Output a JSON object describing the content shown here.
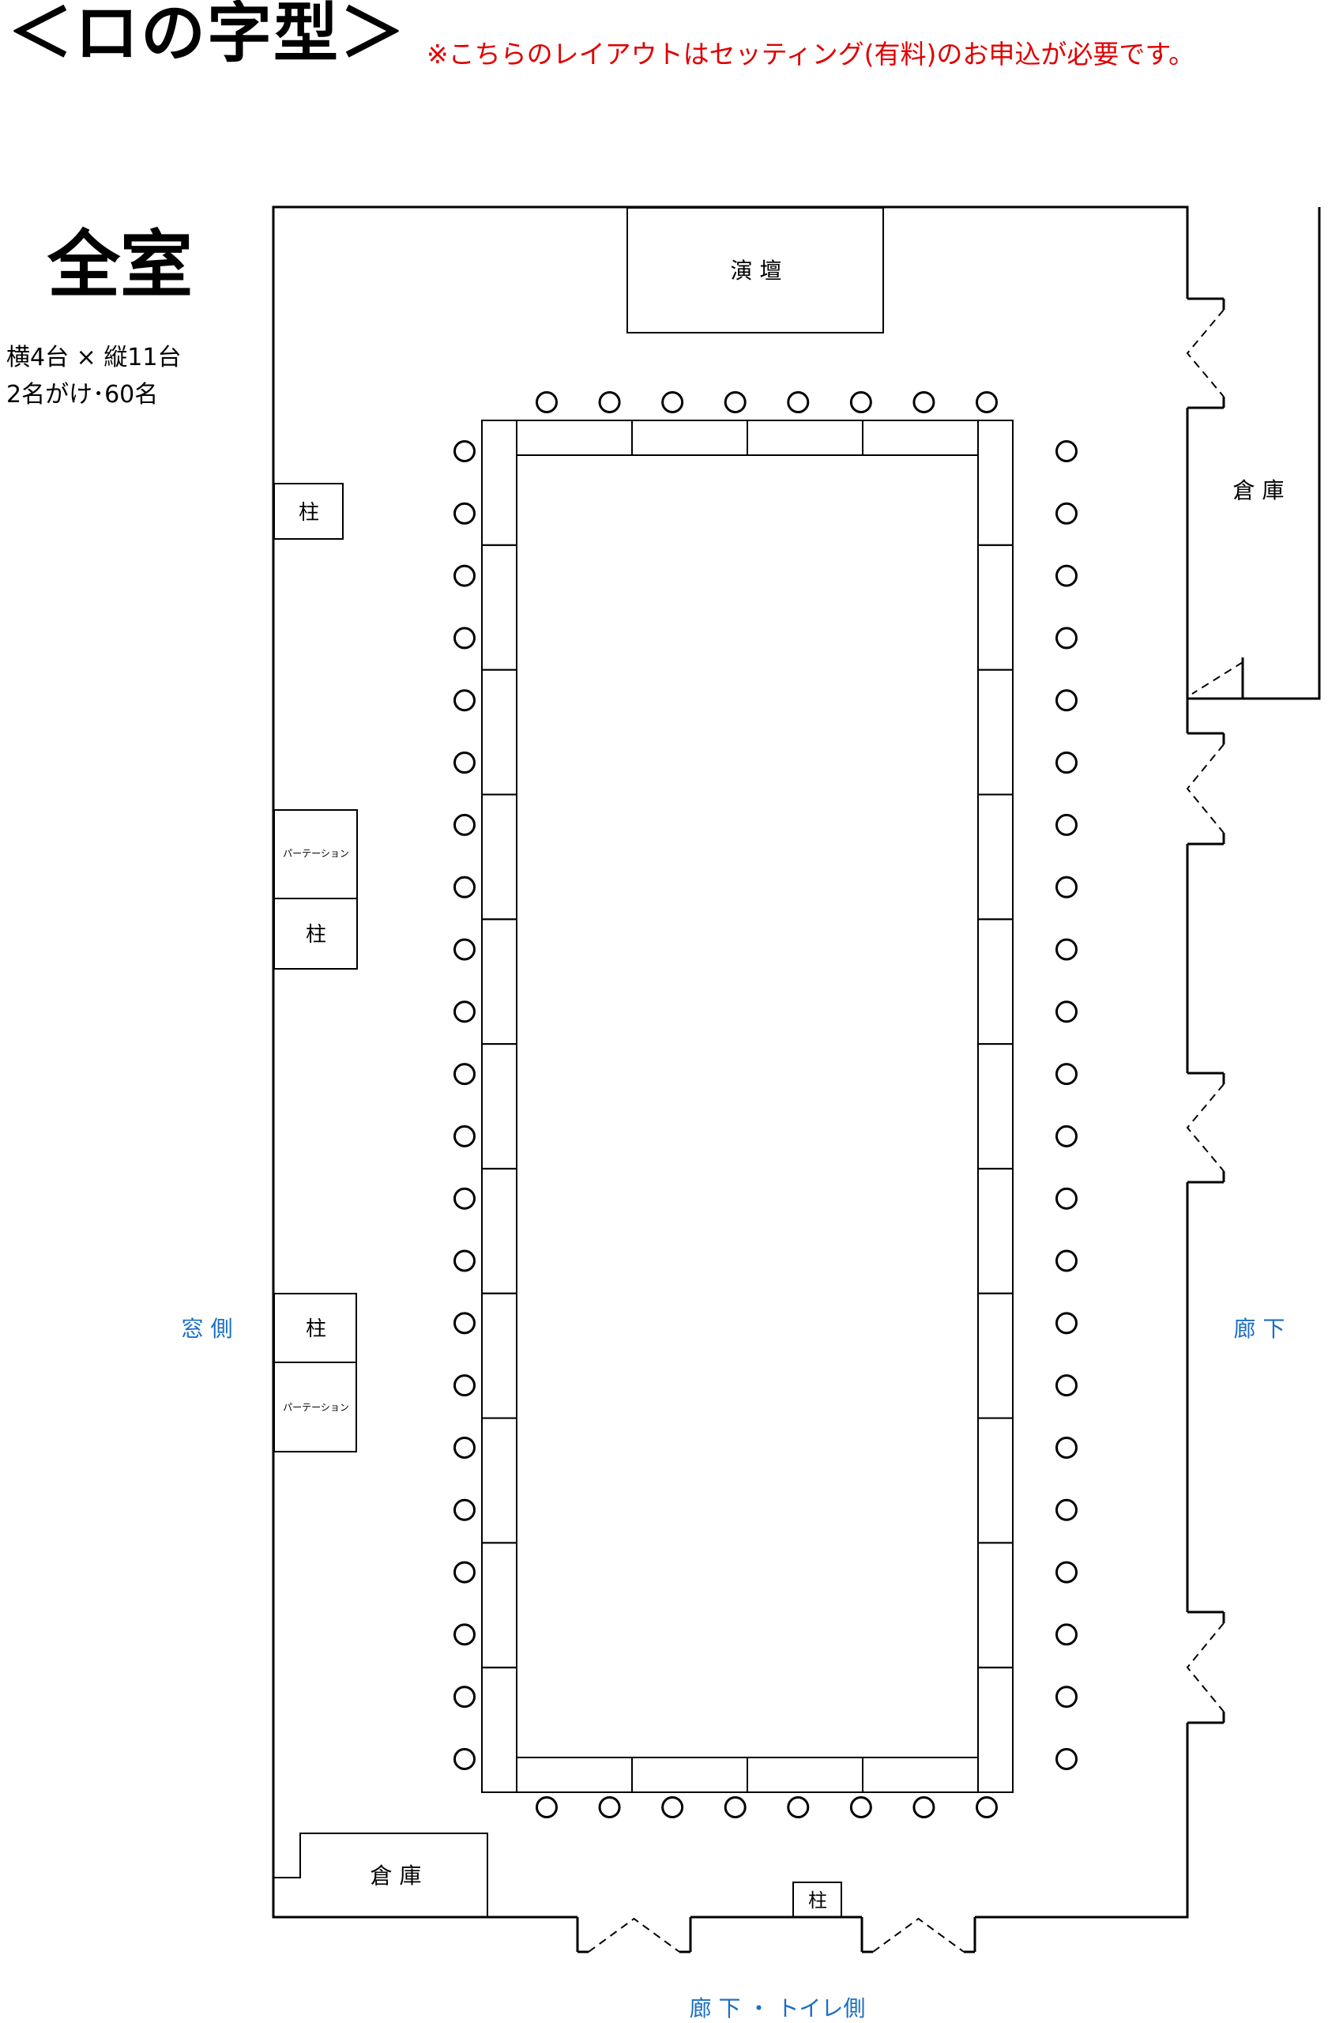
{
  "header": {
    "title": "＜ロの字型＞",
    "notice": "※こちらのレイアウトはセッティング(有料)のお申込が必要です。"
  },
  "room": {
    "name": "全室",
    "table_info": "横4台 × 縦11台",
    "capacity_info": "2名がけ･60名"
  },
  "labels": {
    "podium": "演 壇",
    "storage_right": "倉 庫",
    "storage_bottom": "倉 庫",
    "pillar": "柱",
    "partition": "パーテーション",
    "window_side": "窓 側",
    "corridor_right": "廊 下",
    "corridor_bottom": "廊 下 ・ トイレ側"
  },
  "colors": {
    "side_label": "#1a6fc4",
    "notice": "#e00000",
    "lines": "#000000"
  },
  "layout_data": {
    "tables_horizontal": 4,
    "tables_vertical": 11,
    "seats_per_table": 2,
    "seats_total": 60
  }
}
